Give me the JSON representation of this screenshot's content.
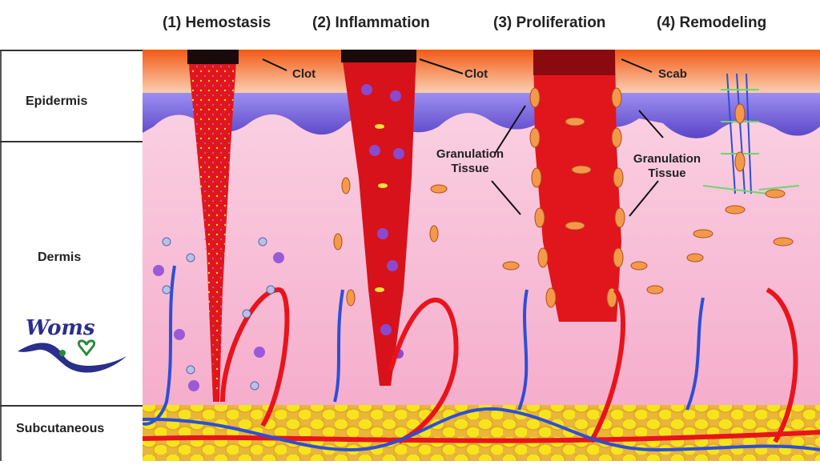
{
  "stages": [
    {
      "label": "(1) Hemostasis"
    },
    {
      "label": "(2) Inflammation"
    },
    {
      "label": "(3) Proliferation"
    },
    {
      "label": "(4) Remodeling"
    }
  ],
  "layers": {
    "epidermis": "Epidermis",
    "dermis": "Dermis",
    "subcutaneous": "Subcutaneous"
  },
  "annotations": {
    "clot_1": "Clot",
    "clot_2": "Clot",
    "scab": "Scab",
    "granulation_left": "Granulation Tissue",
    "granulation_right": "Granulation Tissue"
  },
  "logo": {
    "text": "Woms"
  },
  "colors": {
    "skin_surface": "#f47a2a",
    "epidermis": "#7b6ad8",
    "dermis": "#f8c3da",
    "fat": "#f5e11a",
    "artery": "#e8141c",
    "vein": "#2d4fd6",
    "wound": "#e1151c",
    "clot": "#1a0a0a",
    "logo": "#2a2f8a"
  }
}
